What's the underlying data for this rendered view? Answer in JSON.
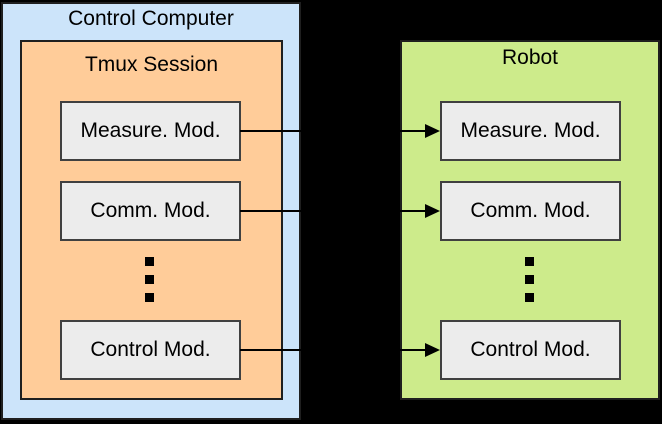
{
  "colors": {
    "background": "#000000",
    "control_computer_fill": "#cce4fa",
    "tmux_fill": "#ffcc99",
    "robot_fill": "#cdeb8b",
    "module_fill": "#ececec",
    "outer_border": "#1f1f1f",
    "module_border": "#404040",
    "arrow": "#000000",
    "text": "#000000"
  },
  "control_computer": {
    "title": "Control Computer",
    "tmux_session": {
      "title": "Tmux Session",
      "modules": [
        "Measure. Mod.",
        "Comm. Mod.",
        "Control Mod."
      ]
    }
  },
  "robot": {
    "title": "Robot",
    "modules": [
      "Measure. Mod.",
      "Comm. Mod.",
      "Control Mod."
    ]
  }
}
